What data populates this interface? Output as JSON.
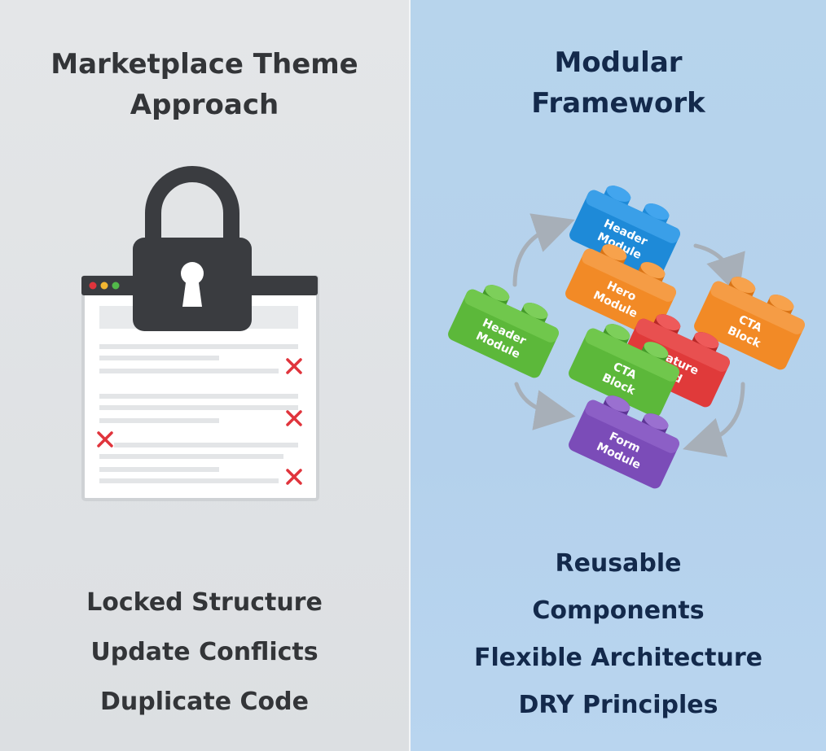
{
  "left": {
    "title_line1": "Marketplace Theme",
    "title_line2": "Approach",
    "items": [
      "Locked Structure",
      "Update Conflicts",
      "Duplicate Code"
    ]
  },
  "right": {
    "title_line1": "Modular",
    "title_line2": "Framework",
    "items": [
      "Reusable",
      "Components",
      "Flexible Architecture",
      "DRY Principles"
    ],
    "blocks": [
      {
        "line1": "Header",
        "line2": "Module"
      },
      {
        "line1": "Hero",
        "line2": "Module"
      },
      {
        "line1": "Header",
        "line2": "Module"
      },
      {
        "line1": "CTA",
        "line2": "Block"
      },
      {
        "line1": "Feature",
        "line2": "Grid"
      },
      {
        "line1": "CTA",
        "line2": "Block"
      },
      {
        "line1": "Form",
        "line2": "Module"
      }
    ]
  },
  "colors": {
    "blue": "#1e8ad8",
    "orange": "#f28a26",
    "green": "#5cb83a",
    "red": "#e03a3a",
    "purple": "#7b4cb8",
    "lock": "#3a3c40",
    "x_mark": "#e0343c"
  }
}
